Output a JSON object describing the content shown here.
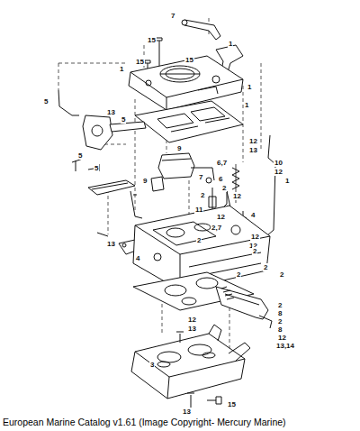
{
  "diagram": {
    "caption": "European Marine Catalog v1.61 (Image Copyright- Mercury Marine)",
    "labels": [
      "7",
      "15",
      "1",
      "15",
      "1",
      "15",
      "1",
      "1",
      "5",
      "13",
      "5",
      "12",
      "13",
      "5",
      "5",
      "10",
      "12",
      "1",
      "9",
      "6,7",
      "9",
      "7",
      "6",
      "2",
      "12",
      "2",
      "11",
      "4",
      "12",
      "2,7",
      "12",
      "2",
      "12",
      "13",
      "4",
      "2",
      "2",
      "2",
      "2",
      "12",
      "13",
      "2",
      "8",
      "2",
      "8",
      "12",
      "13,14",
      "3",
      "13",
      "15"
    ]
  }
}
